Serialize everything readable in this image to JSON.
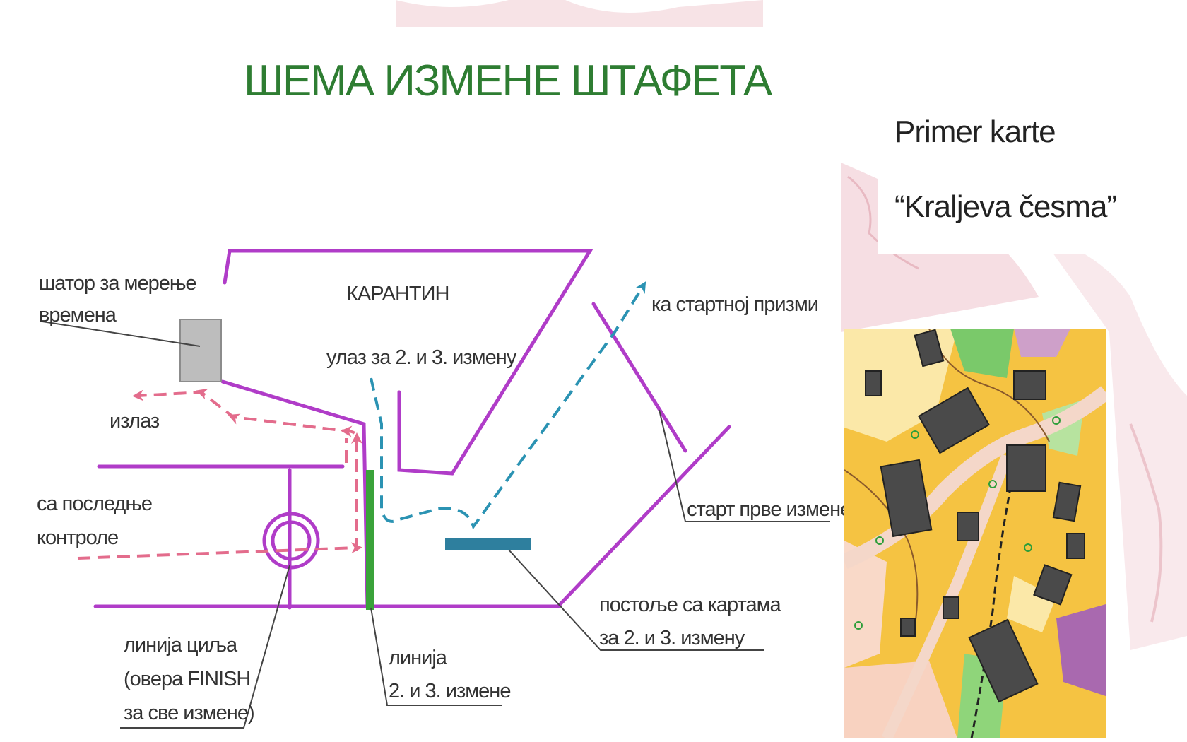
{
  "diagram": {
    "title": "ШЕМА ИЗМЕНЕ ШТАФЕТА",
    "labels": {
      "tent_line1": "шатор за мерење",
      "tent_line2": "времена",
      "quarantine": "КАРАНТИН",
      "entry": "улаз за 2. и 3. измену",
      "to_start": "ка стартној призми",
      "exit": "излаз",
      "from_last_line1": "са последње",
      "from_last_line2": "контроле",
      "start_first": "старт прве измене",
      "map_stand_line1": "постоље са картама",
      "map_stand_line2": "за 2. и 3. измену",
      "finish_line1": "линија циља",
      "finish_line2": "(овера FINISH",
      "finish_line3": "за све измене)",
      "change_line1": "линија",
      "change_line2": "2. и 3. измене"
    },
    "colors": {
      "boundary": "#b03cc8",
      "exit_arrows": "#e36c8c",
      "entry_arrows": "#2b93b3",
      "change_line": "#3aa33a",
      "map_stand": "#2e7f9e",
      "tent": "#bdbdbd",
      "title": "#2e7d32"
    }
  },
  "map_card": {
    "line1": "Primer karte",
    "line2": "“Kraljeva česma”"
  }
}
